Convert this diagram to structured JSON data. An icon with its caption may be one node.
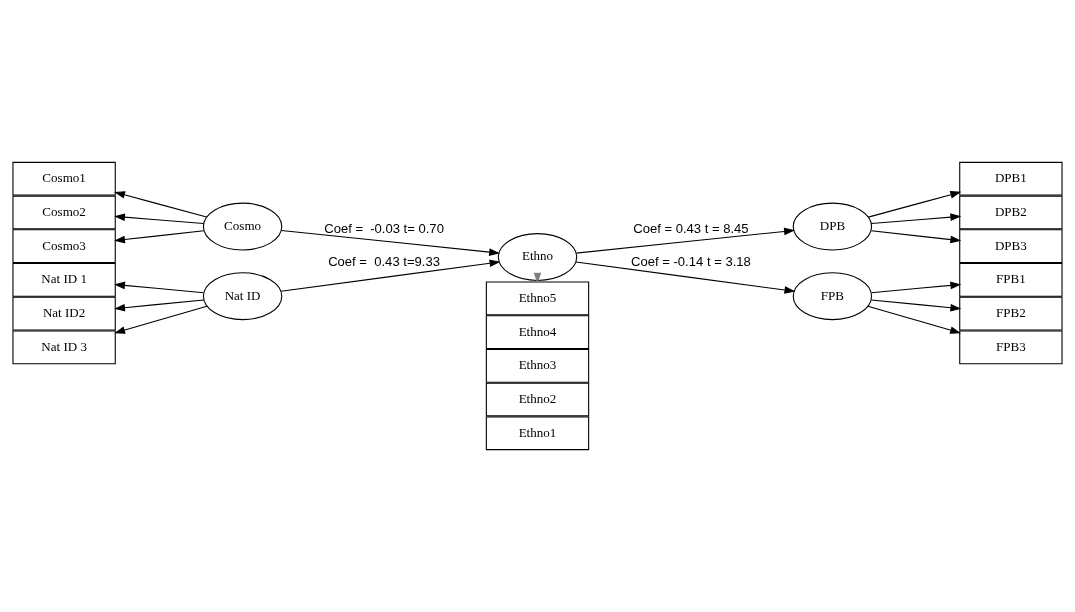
{
  "diagram": {
    "nodes": [
      {
        "text": [
          "Ethno1"
        ]
      },
      {
        "text": [
          "Ethno2"
        ]
      },
      {
        "text": [
          "Ethno3"
        ]
      },
      {
        "text": [
          "Ethno4"
        ]
      },
      {
        "text": [
          "Ethno5"
        ]
      },
      {
        "text": [
          "Cosmo1"
        ]
      },
      {
        "text": [
          "Cosmo2"
        ]
      },
      {
        "text": [
          "Cosmo3"
        ]
      },
      {
        "text": [
          "Cosmo"
        ]
      },
      {
        "text": [
          "DPB"
        ]
      },
      {
        "text": [
          "DPB1"
        ]
      },
      {
        "text": [
          "DPB2"
        ]
      },
      {
        "text": [
          "DPB3"
        ]
      },
      {
        "text": [
          "Ethno"
        ]
      },
      {
        "text": [
          "FPB1"
        ]
      },
      {
        "text": [
          "FPB2"
        ]
      },
      {
        "text": [
          "FPB3"
        ]
      },
      {
        "text": [
          "FPB"
        ]
      },
      {
        "text": [
          "Nat ID 1"
        ]
      },
      {
        "text": [
          "Nat ID2"
        ]
      },
      {
        "text": [
          "Nat ID 3"
        ]
      },
      {
        "text": [
          "Nat ID"
        ]
      }
    ],
    "edges": [
      {
        "from": 8,
        "to": 5,
        "arrow": "to"
      },
      {
        "from": 8,
        "to": 6,
        "arrow": "to"
      },
      {
        "from": 8,
        "to": 7,
        "arrow": "to"
      },
      {
        "from": 8,
        "to": 13,
        "arrow": "to",
        "label": "Coef =  -0.03 t= 0.70"
      },
      {
        "from": 21,
        "to": 18,
        "arrow": "to"
      },
      {
        "from": 21,
        "to": 19,
        "arrow": "to"
      },
      {
        "from": 21,
        "to": 20,
        "arrow": "to"
      },
      {
        "from": 21,
        "to": 13,
        "arrow": "to",
        "label": "Coef =  0.43 t=9.33"
      },
      {
        "from": 13,
        "to": 4,
        "arrow": "to",
        "color": "#7f7f7f"
      },
      {
        "from": 13,
        "to": 9,
        "arrow": "to",
        "label": "Coef = 0.43 t = 8.45"
      },
      {
        "from": 13,
        "to": 17,
        "arrow": "to",
        "label": "Coef = -0.14 t = 3.18"
      },
      {
        "from": 9,
        "to": 10,
        "arrow": "to"
      },
      {
        "from": 9,
        "to": 11,
        "arrow": "to"
      },
      {
        "from": 9,
        "to": 12,
        "arrow": "to"
      },
      {
        "from": 17,
        "to": 14,
        "arrow": "to"
      },
      {
        "from": 17,
        "to": 15,
        "arrow": "to"
      },
      {
        "from": 17,
        "to": 16,
        "arrow": "to"
      }
    ]
  }
}
